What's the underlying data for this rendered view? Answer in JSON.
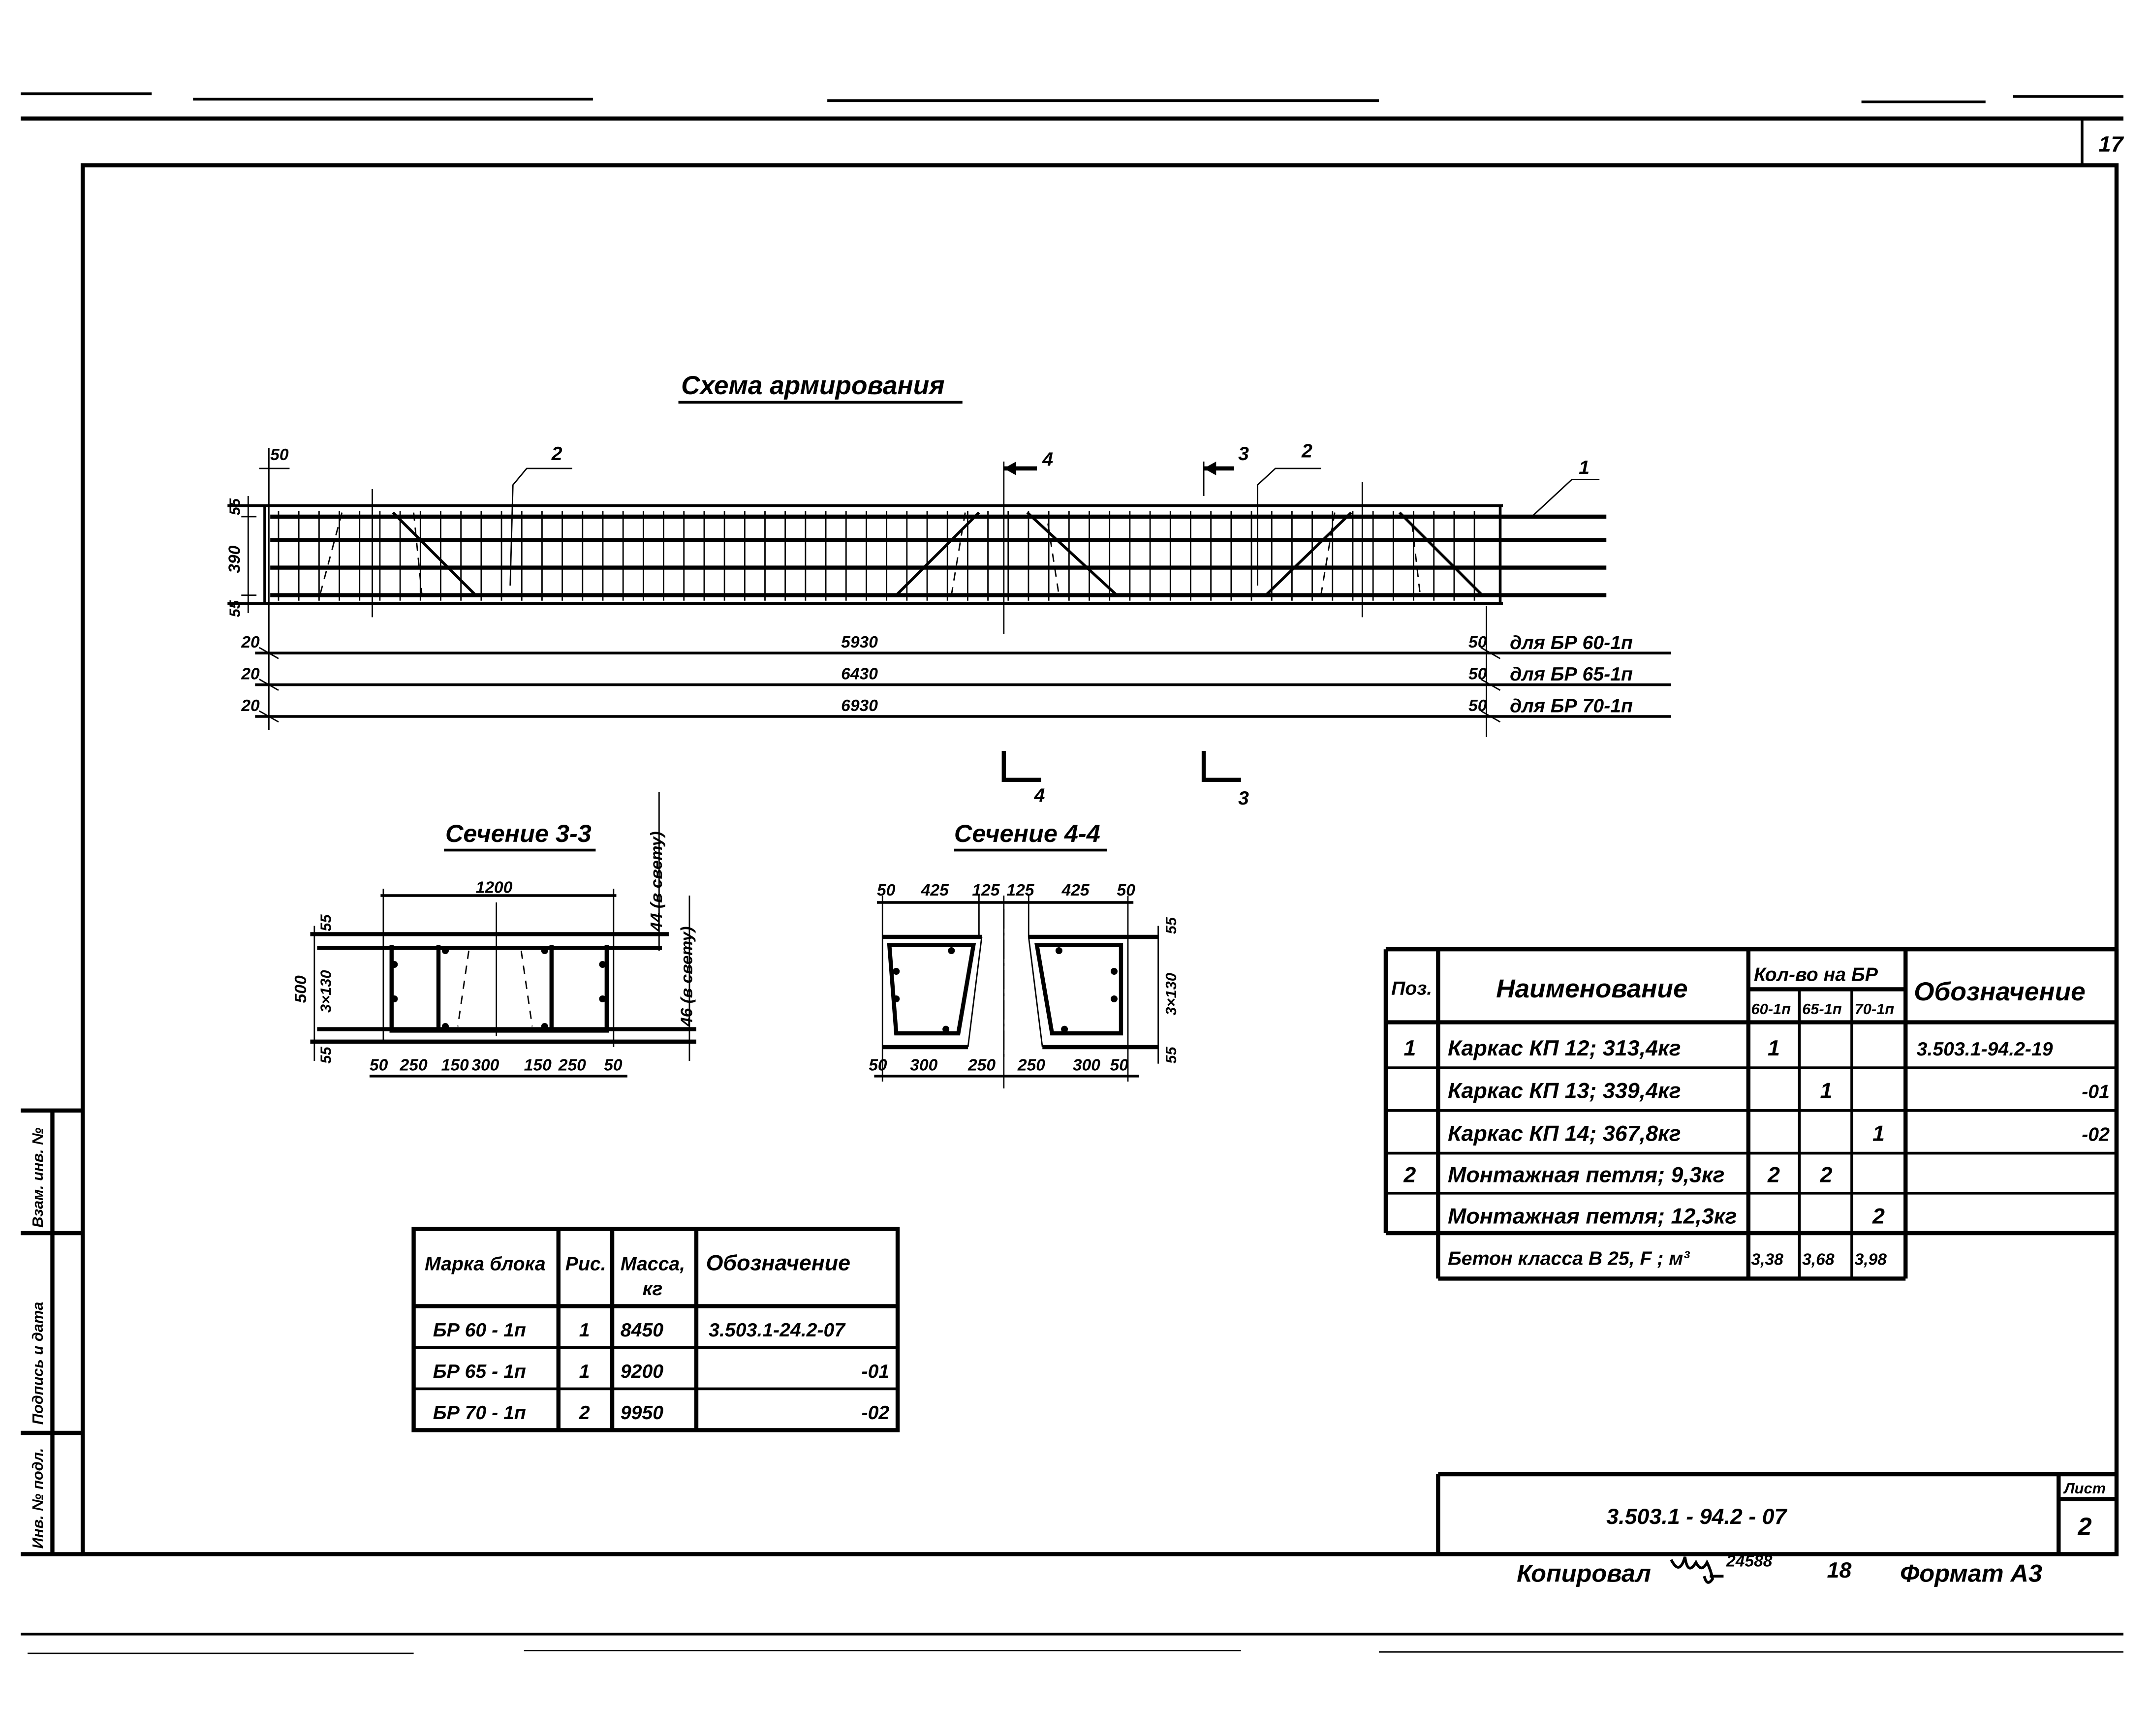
{
  "sheet": {
    "page_number": "17",
    "colors": {
      "ink": "#000000",
      "paper": "#ffffff"
    }
  },
  "stamp": {
    "inv_podl": "Инв. № подл.",
    "podpis_data": "Подпись и дата",
    "vzam_inv": "Взам. инв. №"
  },
  "scheme": {
    "title": "Схема армирования",
    "top_dim": "50",
    "left_dims": [
      "55",
      "390",
      "55"
    ],
    "leaders": {
      "pos2_a": "2",
      "pos2_b": "2",
      "pos1": "1"
    },
    "cut_marks": {
      "sec4": "4",
      "sec3": "3"
    },
    "length_rows": [
      {
        "left": "20",
        "length": "5930",
        "right": "50",
        "label": "для БР 60-1п"
      },
      {
        "left": "20",
        "length": "6430",
        "right": "50",
        "label": "для БР 65-1п"
      },
      {
        "left": "20",
        "length": "6930",
        "right": "50",
        "label": "для БР 70-1п"
      }
    ]
  },
  "section_3_3": {
    "title": "Сечение 3-3",
    "top_dim": "1200",
    "left_dims": [
      "55",
      "3×130",
      "55"
    ],
    "height_dim": "500",
    "clear_dims": [
      "44 (в свету)",
      "46 (в свету)"
    ],
    "bottom_dims": [
      "50",
      "250",
      "150",
      "300",
      "150",
      "250",
      "50"
    ]
  },
  "section_4_4": {
    "title": "Сечение 4-4",
    "top_dims": [
      "50",
      "425",
      "125",
      "125",
      "425",
      "50"
    ],
    "right_dims": [
      "55",
      "3×130",
      "55"
    ],
    "bottom_dims": [
      "50",
      "300",
      "250",
      "250",
      "300",
      "50"
    ]
  },
  "spec_table": {
    "headers": {
      "pos": "Поз.",
      "name": "Наименование",
      "qty": "Кол-во на БР",
      "designation": "Обозначение"
    },
    "qty_columns": [
      "60-1п",
      "65-1п",
      "70-1п"
    ],
    "rows": [
      {
        "pos": "1",
        "name": "Каркас  КП 12;   313,4кг",
        "qty": [
          "1",
          "",
          ""
        ],
        "designation": "3.503.1-94.2-19"
      },
      {
        "pos": "",
        "name": "Каркас  КП 13;   339,4кг",
        "qty": [
          "",
          "1",
          ""
        ],
        "designation": "-01"
      },
      {
        "pos": "",
        "name": "Каркас  КП 14;   367,8кг",
        "qty": [
          "",
          "",
          "1"
        ],
        "designation": "-02"
      },
      {
        "pos": "2",
        "name": "Монтажная петля;  9,3кг",
        "qty": [
          "2",
          "2",
          ""
        ],
        "designation": ""
      },
      {
        "pos": "",
        "name": "Монтажная петля;  12,3кг",
        "qty": [
          "",
          "",
          "2"
        ],
        "designation": ""
      }
    ],
    "concrete": {
      "name": "Бетон класса В 25, F    ; м³",
      "qty": [
        "3,38",
        "3,68",
        "3,98"
      ]
    }
  },
  "block_table": {
    "headers": {
      "mark": "Марка блока",
      "fig": "Рис.",
      "mass": "Масса,",
      "mass_unit": "кг",
      "designation": "Обозначение"
    },
    "rows": [
      {
        "mark": "БР 60 - 1п",
        "fig": "1",
        "mass": "8450",
        "designation": "3.503.1-24.2-07"
      },
      {
        "mark": "БР 65 - 1п",
        "fig": "1",
        "mass": "9200",
        "designation": "-01"
      },
      {
        "mark": "БР 70 - 1п",
        "fig": "2",
        "mass": "9950",
        "designation": "-02"
      }
    ]
  },
  "title_block": {
    "code": "3.503.1 - 94.2 - 07",
    "sheet_label": "Лист",
    "sheet_number": "2"
  },
  "footer": {
    "copied_label": "Копировал",
    "copied_number": "24588",
    "number": "18",
    "format": "Формат А3"
  }
}
